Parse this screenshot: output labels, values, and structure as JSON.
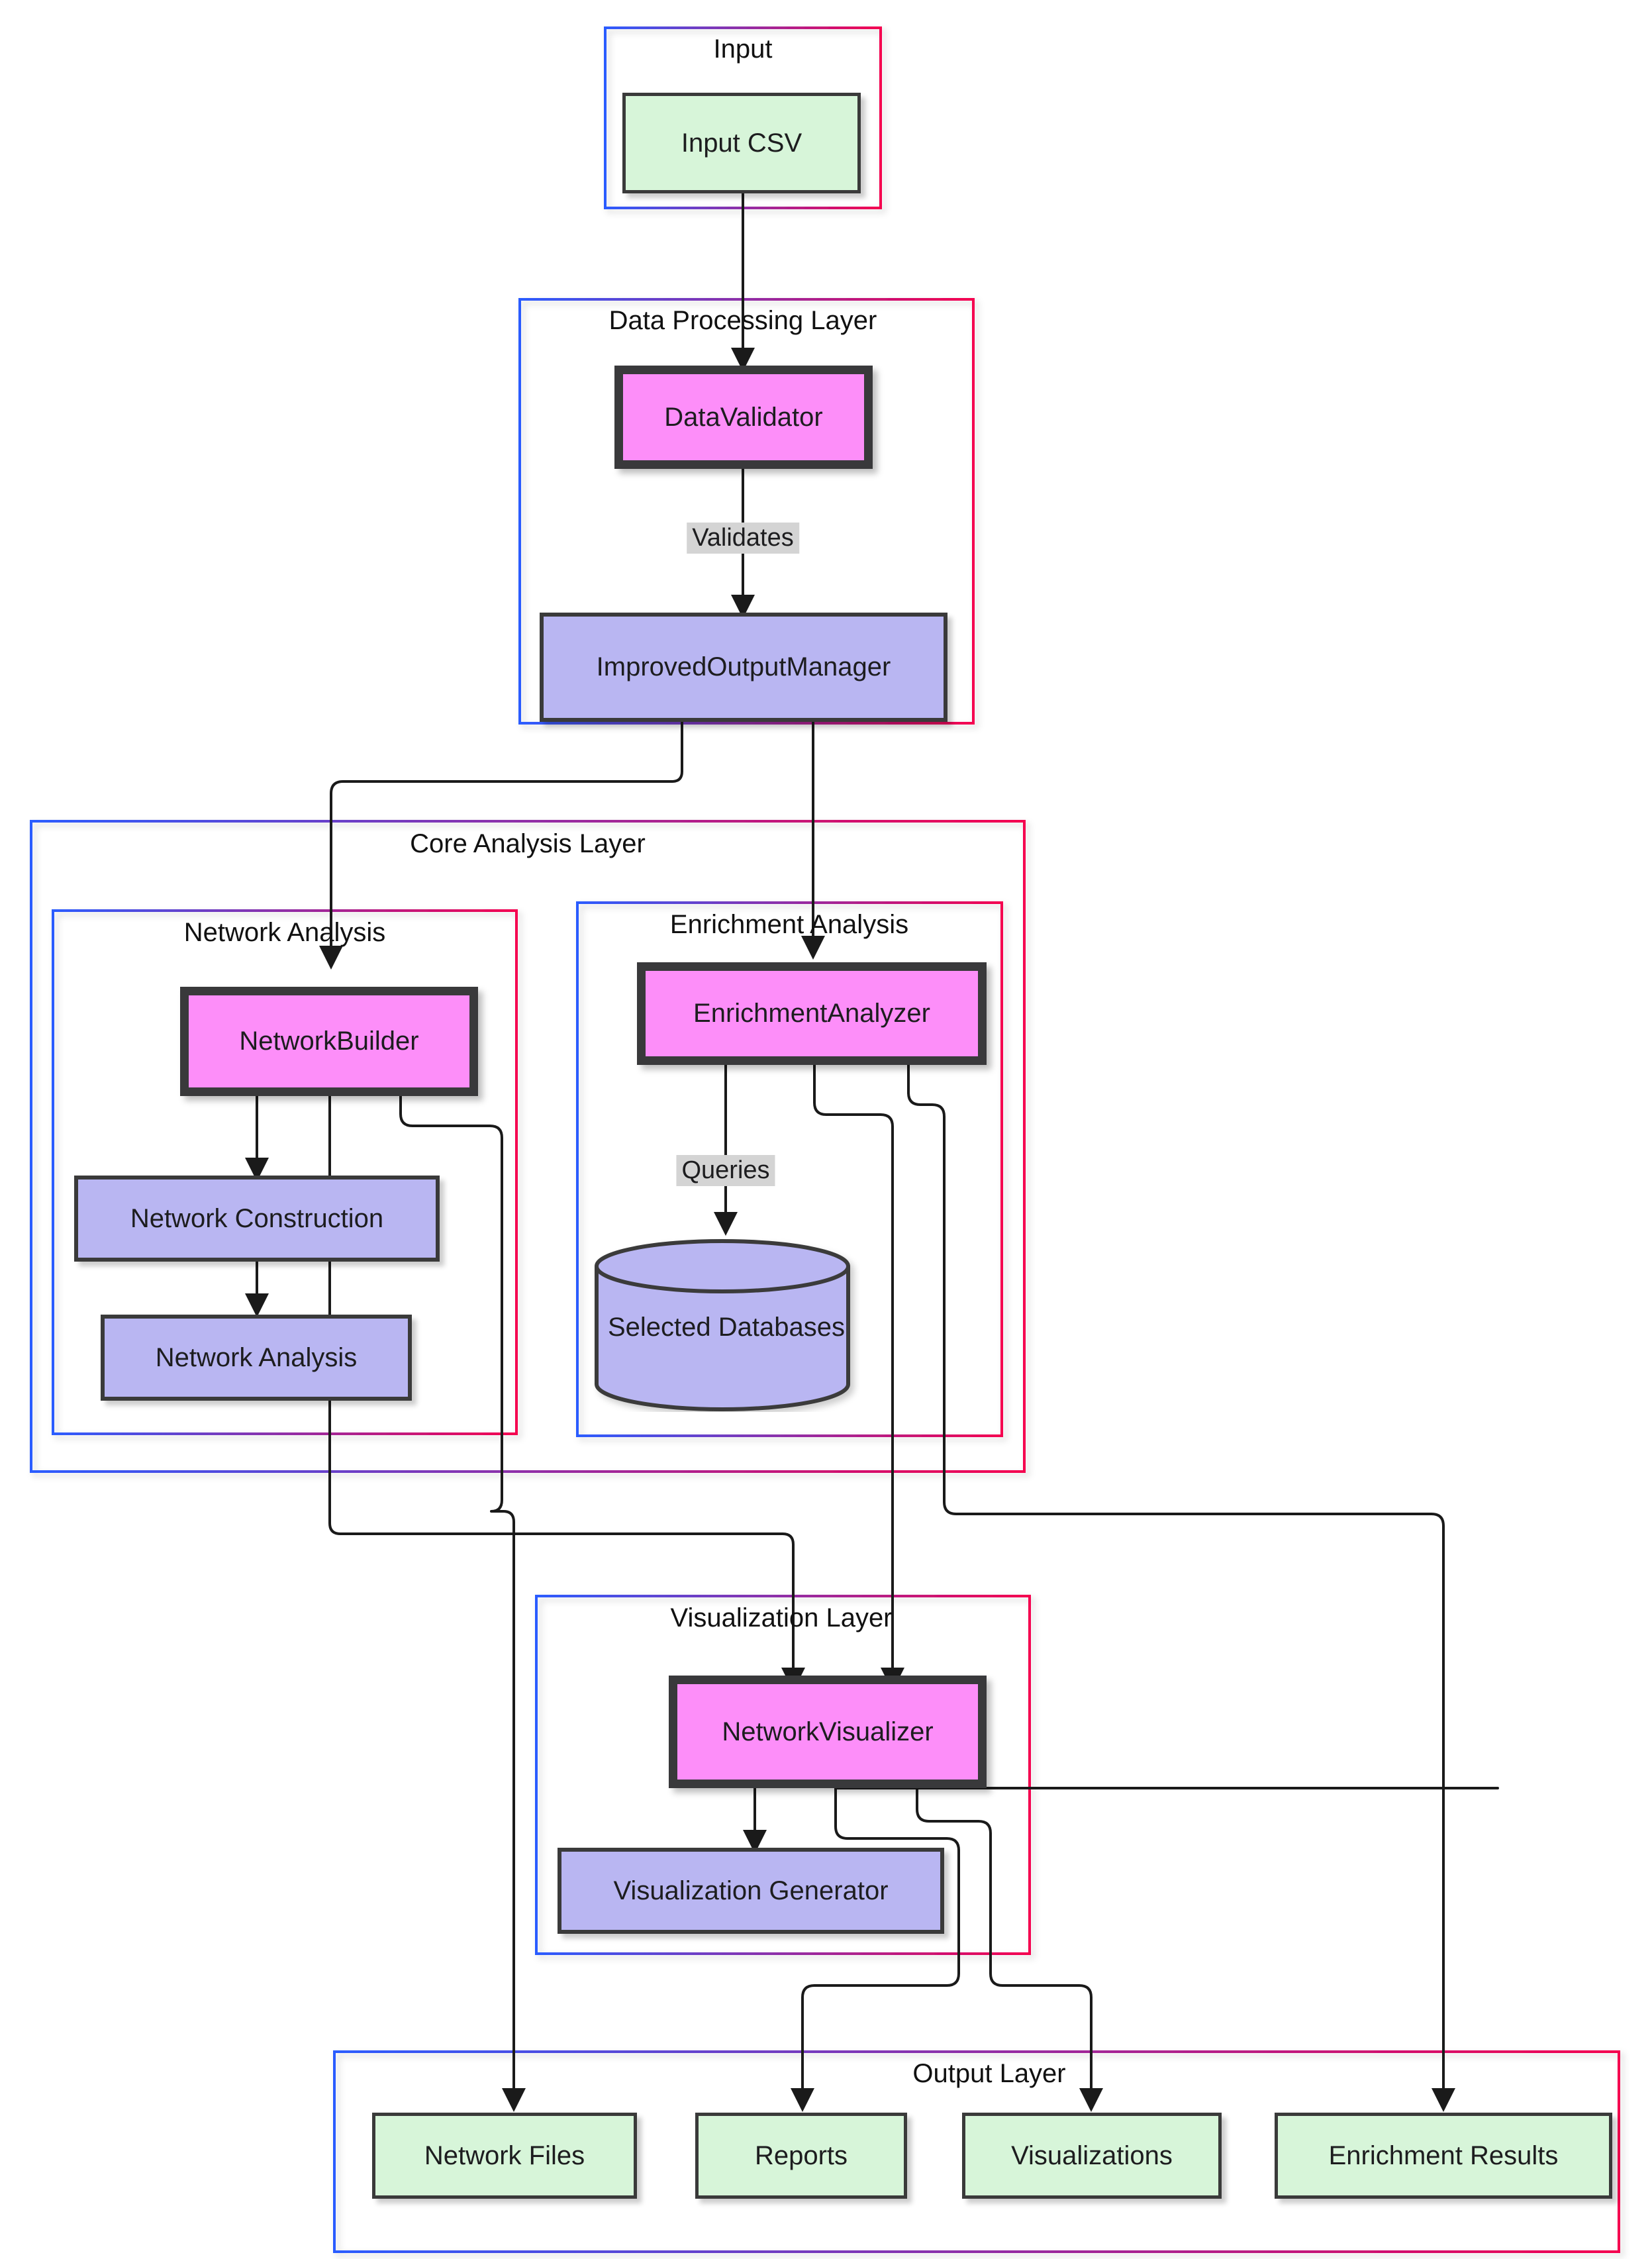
{
  "diagram": {
    "type": "flowchart",
    "title": "Pipeline Architecture Flowchart",
    "colors": {
      "green_fill": "#d7f5d9",
      "purple_fill": "#b9b6f2",
      "pink_fill": "#fd8ef9",
      "node_stroke": "#3a3a3a",
      "subgraph_border_start": "#2b5cff",
      "subgraph_border_end": "#f5004f",
      "edge_color": "#1a1a1a",
      "edge_label_bg": "#d4d4d4"
    },
    "subgraphs": [
      {
        "id": "input",
        "label": "Input"
      },
      {
        "id": "dataproc",
        "label": "Data Processing Layer"
      },
      {
        "id": "core",
        "label": "Core Analysis Layer"
      },
      {
        "id": "network",
        "label": "Network Analysis"
      },
      {
        "id": "enrichment",
        "label": "Enrichment Analysis"
      },
      {
        "id": "viz",
        "label": "Visualization Layer"
      },
      {
        "id": "output",
        "label": "Output Layer"
      }
    ],
    "nodes": [
      {
        "id": "inputcsv",
        "label": "Input CSV",
        "shape": "rect",
        "style": "green"
      },
      {
        "id": "validator",
        "label": "DataValidator",
        "shape": "rect",
        "style": "pink"
      },
      {
        "id": "outputmgr",
        "label": "ImprovedOutputManager",
        "shape": "rect",
        "style": "purple"
      },
      {
        "id": "netbuilder",
        "label": "NetworkBuilder",
        "shape": "rect",
        "style": "pink"
      },
      {
        "id": "netconstr",
        "label": "Network Construction",
        "shape": "rect",
        "style": "purple"
      },
      {
        "id": "netanalysis",
        "label": "Network Analysis",
        "shape": "rect",
        "style": "purple"
      },
      {
        "id": "enranalyzer",
        "label": "EnrichmentAnalyzer",
        "shape": "rect",
        "style": "pink"
      },
      {
        "id": "databases",
        "label": "Selected Databases",
        "shape": "cylinder",
        "style": "purple"
      },
      {
        "id": "netvis",
        "label": "NetworkVisualizer",
        "shape": "rect",
        "style": "pink"
      },
      {
        "id": "vizgen",
        "label": "Visualization Generator",
        "shape": "rect",
        "style": "purple"
      },
      {
        "id": "netfiles",
        "label": "Network Files",
        "shape": "rect",
        "style": "green"
      },
      {
        "id": "reports",
        "label": "Reports",
        "shape": "rect",
        "style": "green"
      },
      {
        "id": "visualiz",
        "label": "Visualizations",
        "shape": "rect",
        "style": "green"
      },
      {
        "id": "enrres",
        "label": "Enrichment Results",
        "shape": "rect",
        "style": "green"
      }
    ],
    "edge_labels": [
      {
        "id": "validates",
        "label": "Validates"
      },
      {
        "id": "queries",
        "label": "Queries"
      }
    ],
    "edges": [
      {
        "from": "inputcsv",
        "to": "validator",
        "label": ""
      },
      {
        "from": "validator",
        "to": "outputmgr",
        "label": "Validates"
      },
      {
        "from": "outputmgr",
        "to": "netbuilder",
        "label": ""
      },
      {
        "from": "outputmgr",
        "to": "enranalyzer",
        "label": ""
      },
      {
        "from": "netbuilder",
        "to": "netconstr",
        "label": ""
      },
      {
        "from": "netconstr",
        "to": "netanalysis",
        "label": ""
      },
      {
        "from": "netbuilder",
        "to": "netvis",
        "label": ""
      },
      {
        "from": "netbuilder",
        "to": "netfiles",
        "label": ""
      },
      {
        "from": "enranalyzer",
        "to": "databases",
        "label": "Queries"
      },
      {
        "from": "enranalyzer",
        "to": "netvis",
        "label": ""
      },
      {
        "from": "enranalyzer",
        "to": "enrres",
        "label": ""
      },
      {
        "from": "netvis",
        "to": "vizgen",
        "label": ""
      },
      {
        "from": "netvis",
        "to": "reports",
        "label": ""
      },
      {
        "from": "netvis",
        "to": "visualiz",
        "label": ""
      }
    ]
  }
}
